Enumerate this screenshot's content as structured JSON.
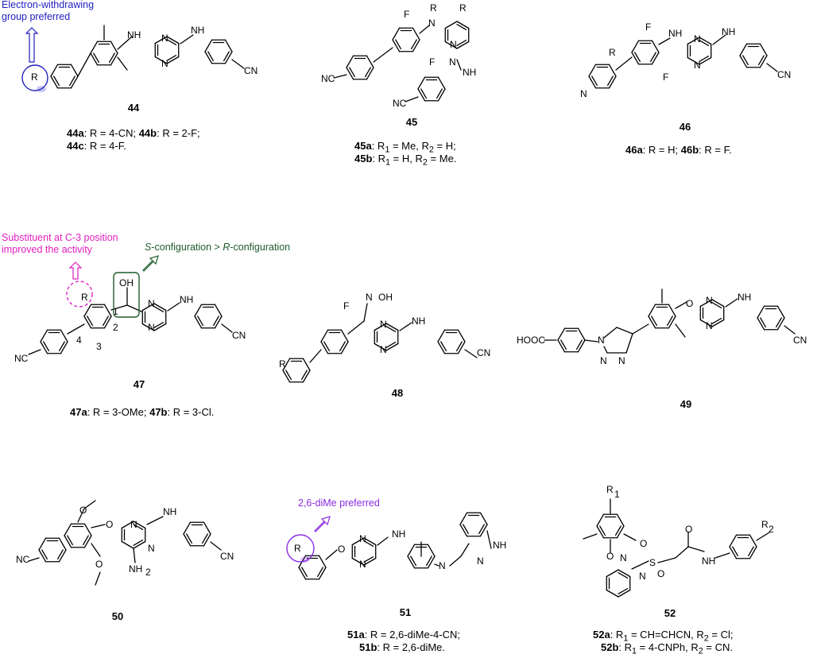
{
  "annotations": {
    "electron_withdrawing": [
      "Electron-withdrawing",
      "group preferred"
    ],
    "substituent_c3": [
      "Substituent at C-3 position",
      "improved the activity"
    ],
    "configuration": {
      "s": "S",
      "s_rest": "-configuration > ",
      "r": "R",
      "r_rest": "-configuration"
    },
    "dime_preferred": "2,6-diMe preferred"
  },
  "colors": {
    "blue": "#1f1fbf",
    "magenta": "#e020c0",
    "green": "#1e5c2a",
    "purple": "#8a2be2"
  },
  "compounds": {
    "c44": {
      "number": "44",
      "line1": {
        "a": "44a",
        "a_text": ": R = 4-CN; ",
        "b": "44b",
        "b_text": ": R = 2-F;"
      },
      "line2": {
        "c": "44c",
        "c_text": ": R = 4-F."
      }
    },
    "c45": {
      "number": "45",
      "line1": {
        "a": "45a",
        "a_text": ": R",
        "sub1": "1",
        "mid": " = Me, R",
        "sub2": "2",
        "end": " = H;"
      },
      "line2": {
        "b": "45b",
        "b_text": ": R",
        "sub1": "1",
        "mid": " = H, R",
        "sub2": "2",
        "end": " = Me."
      }
    },
    "c46": {
      "number": "46",
      "line1": {
        "a": "46a",
        "a_text": ": R = H; ",
        "b": "46b",
        "b_text": ": R = F."
      }
    },
    "c47": {
      "number": "47",
      "line1": {
        "a": "47a",
        "a_text": ": R = 3-OMe; ",
        "b": "47b",
        "b_text": ": R = 3-Cl."
      }
    },
    "c48": {
      "number": "48"
    },
    "c49": {
      "number": "49"
    },
    "c50": {
      "number": "50"
    },
    "c51": {
      "number": "51",
      "line1": {
        "a": "51a",
        "a_text": ": R = 2,6-diMe-4-CN;"
      },
      "line2": {
        "b": "51b",
        "b_text": ": R = 2,6-diMe."
      }
    },
    "c52": {
      "number": "52",
      "line1": {
        "a": "52a",
        "a_text": ": R",
        "sub1": "1",
        "mid": " = CH=CHCN, R",
        "sub2": "2",
        "end": " = Cl;"
      },
      "line2": {
        "b": "52b",
        "b_text": ": R",
        "sub1": "1",
        "mid": " = 4-CNPh, R",
        "sub2": "2",
        "end": " = CN."
      }
    }
  },
  "atoms": {
    "N": "N",
    "NH": "NH",
    "H": "H",
    "F": "F",
    "R": "R",
    "O": "O",
    "OH": "OH",
    "CN": "CN",
    "NC": "NC",
    "HOOC": "HOOC",
    "NH2": "NH",
    "two": "2",
    "R1": "R",
    "R2": "R",
    "one": "1",
    "S": "S",
    "pos1": "1",
    "pos2": "2",
    "pos3": "3",
    "pos4": "4"
  }
}
